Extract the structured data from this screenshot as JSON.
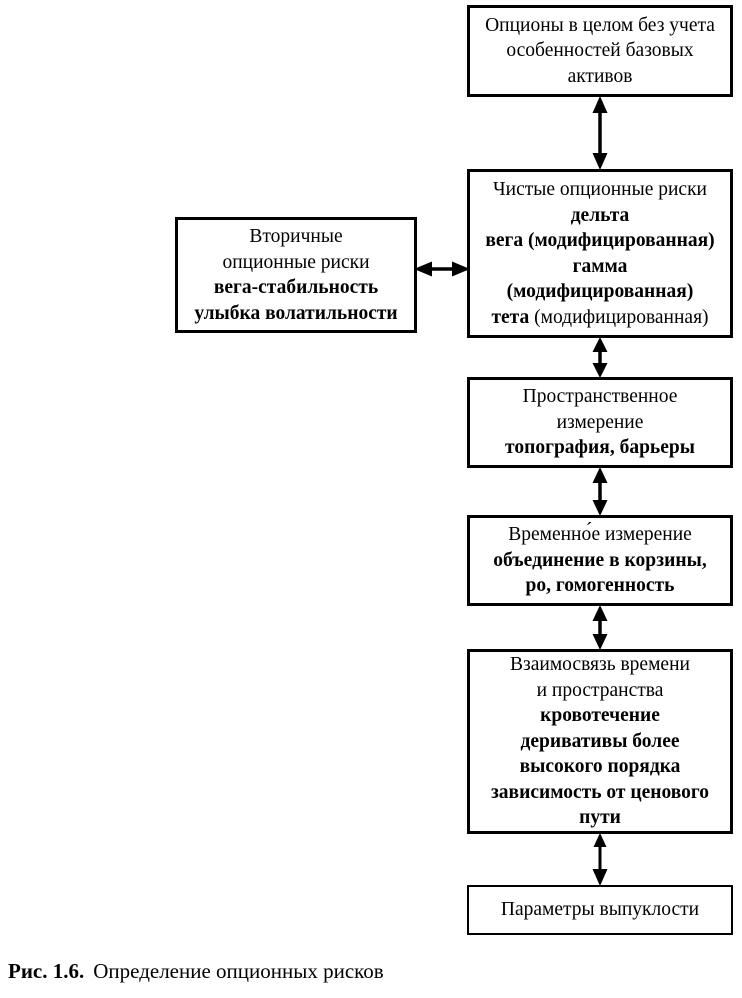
{
  "figure": {
    "caption_label": "Рис. 1.6.",
    "caption_text": "Определение опционных рисков"
  },
  "diagram": {
    "type": "flowchart",
    "orientation": "vertical-chain-with-side-branch",
    "nodes": [
      {
        "id": "options-general",
        "lines": [
          {
            "text": "Опционы в целом без учета",
            "bold": false
          },
          {
            "text": "особенностей базовых",
            "bold": false
          },
          {
            "text": "активов",
            "bold": false
          }
        ]
      },
      {
        "id": "pure-option-risks",
        "lines": [
          {
            "text": "Чистые опционные риски",
            "bold": false
          },
          {
            "text": "дельта",
            "bold": true
          },
          {
            "text": "вега (модифицированная)",
            "bold": true
          },
          {
            "text": "гамма",
            "bold": true
          },
          {
            "text": "(модифицированная)",
            "bold": true
          },
          {
            "text": "тета",
            "bold": true,
            "suffix": " (модифицированная)"
          }
        ]
      },
      {
        "id": "secondary-risks",
        "lines": [
          {
            "text": "Вторичные",
            "bold": false
          },
          {
            "text": "опционные риски",
            "bold": false
          },
          {
            "text": "вега-стабильность",
            "bold": true
          },
          {
            "text": "улыбка волатильности",
            "bold": true
          }
        ]
      },
      {
        "id": "spatial-dimension",
        "lines": [
          {
            "text": "Пространственное",
            "bold": false
          },
          {
            "text": "измерение",
            "bold": false
          },
          {
            "text": "топография, барьеры",
            "bold": true
          }
        ]
      },
      {
        "id": "time-dimension",
        "lines": [
          {
            "text": "Временно́е измерение",
            "bold": false
          },
          {
            "text": "объединение в корзины,",
            "bold": true
          },
          {
            "text": "ро, гомогенность",
            "bold": true
          }
        ]
      },
      {
        "id": "time-space-link",
        "lines": [
          {
            "text": "Взаимосвязь времени",
            "bold": false
          },
          {
            "text": "и пространства",
            "bold": false
          },
          {
            "text": "кровотечение",
            "bold": true
          },
          {
            "text": "деривативы более",
            "bold": true
          },
          {
            "text": "высокого порядка",
            "bold": true
          },
          {
            "text": "зависимость от ценового",
            "bold": true
          },
          {
            "text": "пути",
            "bold": true
          }
        ]
      },
      {
        "id": "convexity-params",
        "lines": [
          {
            "text": "Параметры выпуклости",
            "bold": false
          }
        ]
      }
    ],
    "connectors": [
      {
        "id": "general-to-pure",
        "from": "options-general",
        "to": "pure-option-risks",
        "arrows": "both",
        "direction": "vertical"
      },
      {
        "id": "pure-to-spatial",
        "from": "pure-option-risks",
        "to": "spatial-dimension",
        "arrows": "both",
        "direction": "vertical"
      },
      {
        "id": "spatial-to-time",
        "from": "spatial-dimension",
        "to": "time-dimension",
        "arrows": "both",
        "direction": "vertical"
      },
      {
        "id": "time-to-link",
        "from": "time-dimension",
        "to": "time-space-link",
        "arrows": "both",
        "direction": "vertical"
      },
      {
        "id": "link-to-convex",
        "from": "time-space-link",
        "to": "convexity-params",
        "arrows": "both",
        "direction": "vertical"
      },
      {
        "id": "secondary-to-pure",
        "from": "secondary-risks",
        "to": "pure-option-risks",
        "arrows": "both",
        "direction": "horizontal"
      }
    ],
    "colors": {
      "stroke": "#000000",
      "fill": "#ffffff",
      "text": "#000000"
    }
  }
}
